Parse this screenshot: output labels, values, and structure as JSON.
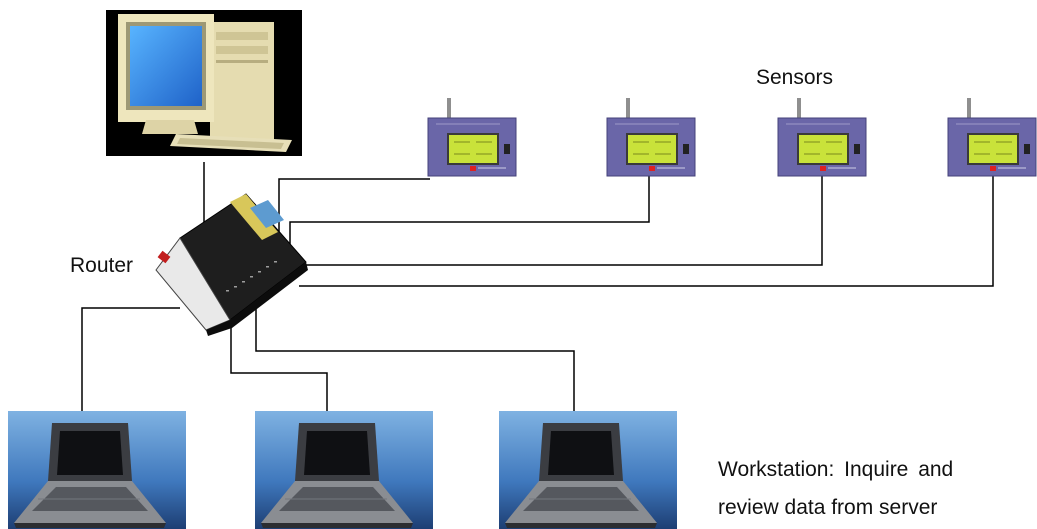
{
  "labels": {
    "sensors": "Sensors",
    "router": "Router",
    "workstation_line1": "Workstation: Inquire and",
    "workstation_line2": "review data from server"
  },
  "colors": {
    "cable": "#000000",
    "sensor_body": "#6a66a8",
    "sensor_screen": "#c9e23a",
    "router_body": "#1e1e1e",
    "laptop_bg": "#4d86c4",
    "monitor_screen": "#2f86e0",
    "computer_case": "#e8dfb4"
  },
  "icons": [
    "server-computer-icon",
    "router-icon",
    "sensor-device-icon",
    "laptop-icon"
  ]
}
